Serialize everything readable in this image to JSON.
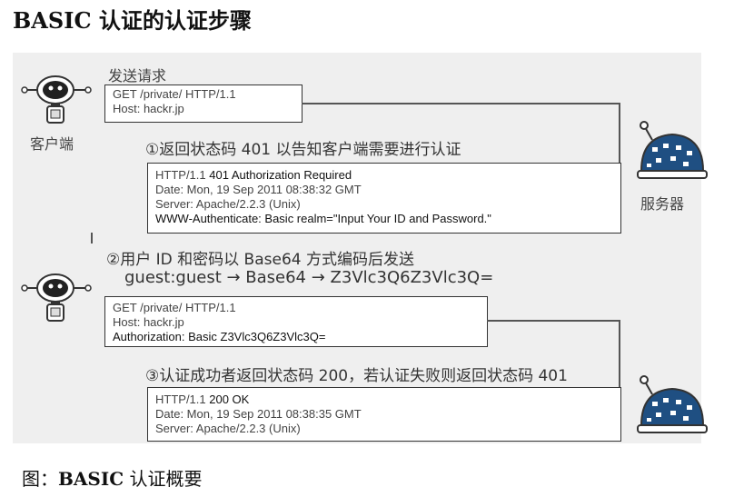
{
  "title": "BASIC 认证的认证步骤",
  "caption": {
    "prefix": "图：",
    "bold": "BASIC",
    "rest": " 认证概要"
  },
  "client_label": "客户端",
  "server_label": "服务器",
  "send_request_label": "发送请求",
  "request1": {
    "line1": "GET /private/ HTTP/1.1",
    "line2": "Host: hackr.jp"
  },
  "step1": "①返回状态码 401 以告知客户端需要进行认证",
  "response1": {
    "line1_prefix": "HTTP/1.1 ",
    "line1_status": "401 Authorization Required",
    "line2": "Date: Mon, 19 Sep 2011 08:38:32 GMT",
    "line3": "Server: Apache/2.2.3 (Unix)",
    "line4": "WWW-Authenticate: Basic realm=\"Input Your ID and Password.\""
  },
  "step2": "②用户 ID 和密码以 Base64 方式编码后发送",
  "encoding_line": "guest:guest → Base64 → Z3Vlc3Q6Z3Vlc3Q=",
  "request2": {
    "line1": "GET /private/ HTTP/1.1",
    "line2": "Host: hackr.jp",
    "line3": "Authorization: Basic Z3Vlc3Q6Z3Vlc3Q="
  },
  "step3": "③认证成功者返回状态码 200，若认证失败则返回状态码 401",
  "response2": {
    "line1_prefix": "HTTP/1.1 ",
    "line1_status": "200 OK",
    "line2": "Date: Mon, 19 Sep 2011 08:38:35 GMT",
    "line3": "Server: Apache/2.2.3 (Unix)"
  },
  "icons": {
    "client": "robot-client-icon",
    "server": "dome-server-icon"
  },
  "colors": {
    "panel": "#efefef",
    "robot_outline": "#333333",
    "server_dome": "#1f4f82"
  }
}
